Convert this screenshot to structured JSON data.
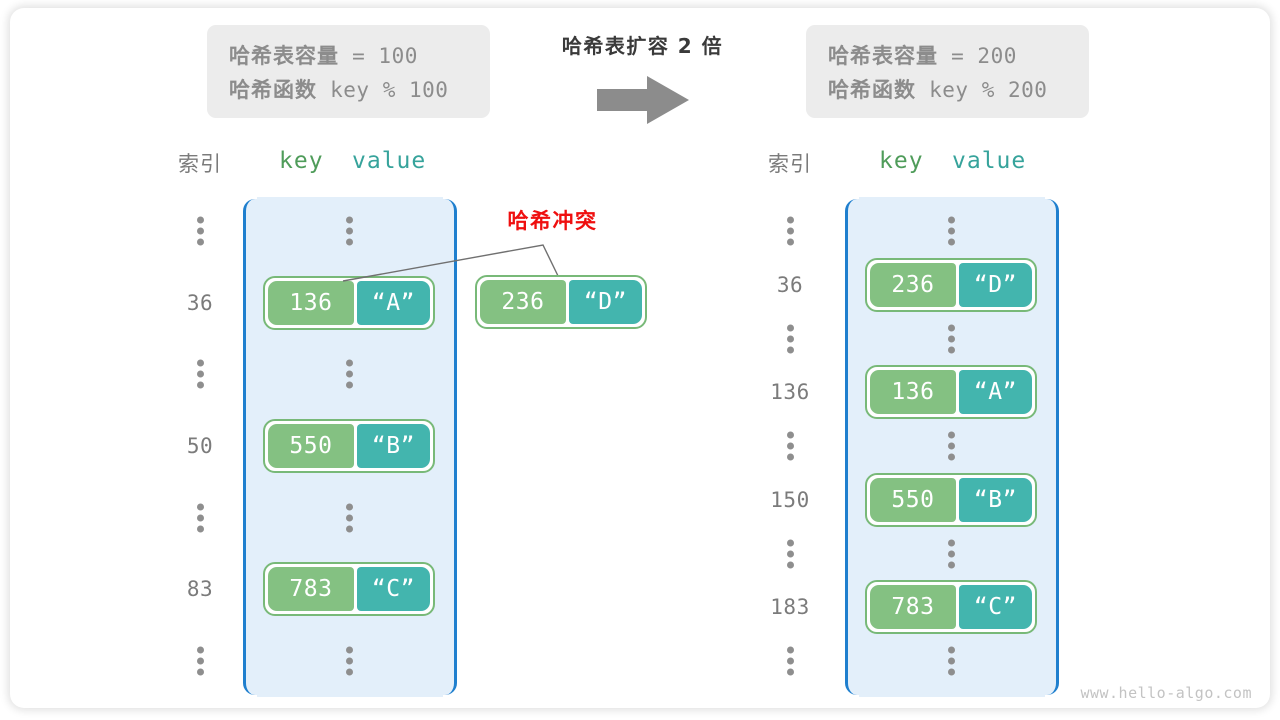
{
  "diagram": {
    "watermark": "www.hello-algo.com",
    "expand_title": "哈希表扩容 2 倍",
    "collision_label": "哈希冲突",
    "colors": {
      "bucket_fill": "#e3effa",
      "bucket_border": "#1f7fce",
      "key_fill": "#84c182",
      "value_fill": "#43b5ae",
      "cell_border": "#78b978",
      "info_box_fill": "#ececec",
      "collision_red": "#ef0f0f",
      "arrow_gray": "#8c8c8c",
      "index_gray": "#7b7b7b",
      "key_header_green": "#4f9c5a",
      "value_header_teal": "#36a39b"
    },
    "icons": {
      "arrow": "right-arrow-icon",
      "ellipsis": "vertical-ellipsis-icon"
    }
  },
  "info_left": {
    "capacity_label": "哈希表容量",
    "capacity_value": " = 100",
    "function_label": "哈希函数",
    "function_value": " key % 100"
  },
  "info_right": {
    "capacity_label": "哈希表容量",
    "capacity_value": " = 200",
    "function_label": "哈希函数",
    "function_value": " key % 200"
  },
  "left_table": {
    "header_index": "索引",
    "header_key": "key",
    "header_value": "value",
    "rows": [
      {
        "index": "⋮",
        "type": "dots"
      },
      {
        "index": "36",
        "type": "pair",
        "key": "136",
        "value": "“A”"
      },
      {
        "index": "⋮",
        "type": "dots"
      },
      {
        "index": "50",
        "type": "pair",
        "key": "550",
        "value": "“B”"
      },
      {
        "index": "⋮",
        "type": "dots"
      },
      {
        "index": "83",
        "type": "pair",
        "key": "783",
        "value": "“C”"
      },
      {
        "index": "⋮",
        "type": "dots"
      }
    ]
  },
  "detached_cell": {
    "key": "236",
    "value": "“D”"
  },
  "right_table": {
    "header_index": "索引",
    "header_key": "key",
    "header_value": "value",
    "rows": [
      {
        "index": "⋮",
        "type": "dots"
      },
      {
        "index": "36",
        "type": "pair",
        "key": "236",
        "value": "“D”"
      },
      {
        "index": "⋮",
        "type": "dots"
      },
      {
        "index": "136",
        "type": "pair",
        "key": "136",
        "value": "“A”"
      },
      {
        "index": "⋮",
        "type": "dots"
      },
      {
        "index": "150",
        "type": "pair",
        "key": "550",
        "value": "“B”"
      },
      {
        "index": "⋮",
        "type": "dots"
      },
      {
        "index": "183",
        "type": "pair",
        "key": "783",
        "value": "“C”"
      },
      {
        "index": "⋮",
        "type": "dots"
      }
    ]
  }
}
